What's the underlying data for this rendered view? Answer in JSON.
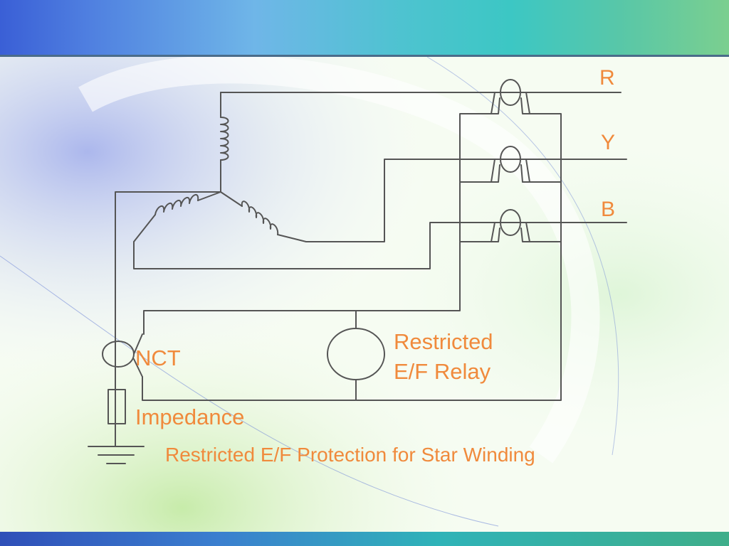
{
  "phases": {
    "r": "R",
    "y": "Y",
    "b": "B"
  },
  "labels": {
    "nct": "NCT",
    "impedance": "Impedance",
    "relay_line1": "Restricted",
    "relay_line2": "E/F Relay"
  },
  "caption": "Restricted E/F Protection for Star Winding",
  "colors": {
    "label": "#f08a3c",
    "wire": "#555555"
  }
}
